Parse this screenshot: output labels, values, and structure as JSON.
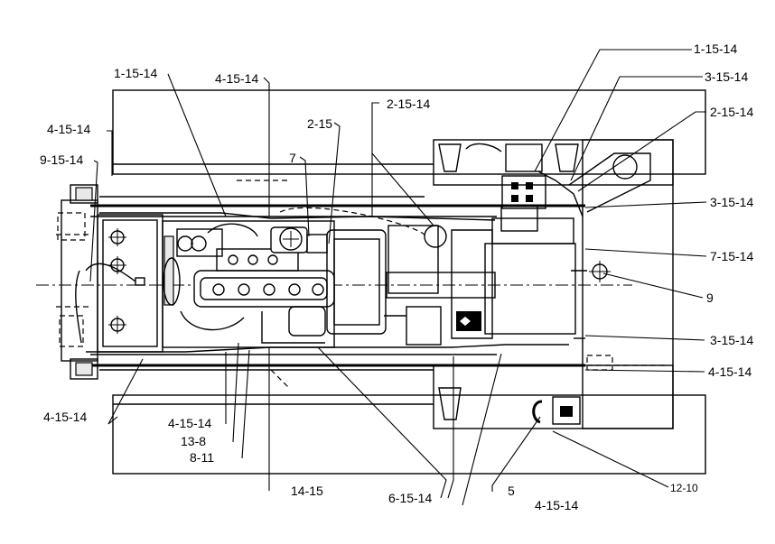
{
  "labels": [
    {
      "text": "1-15-14"
    },
    {
      "text": "4-15-14"
    },
    {
      "text": "2-15-14"
    },
    {
      "text": "2-15"
    },
    {
      "text": "7"
    },
    {
      "text": "1-15-14"
    },
    {
      "text": "3-15-14"
    },
    {
      "text": "2-15-14"
    },
    {
      "text": "4-15-14"
    },
    {
      "text": "9-15-14"
    },
    {
      "text": "3-15-14"
    },
    {
      "text": "7-15-14"
    },
    {
      "text": "9"
    },
    {
      "text": "3-15-14"
    },
    {
      "text": "4-15-14"
    },
    {
      "text": "4-15-14"
    },
    {
      "text": "4-15-14"
    },
    {
      "text": "13-8"
    },
    {
      "text": "8-11"
    },
    {
      "text": "14-15"
    },
    {
      "text": "6-15-14"
    },
    {
      "text": "5"
    },
    {
      "text": "4-15-14"
    },
    {
      "text": "12-10"
    }
  ]
}
